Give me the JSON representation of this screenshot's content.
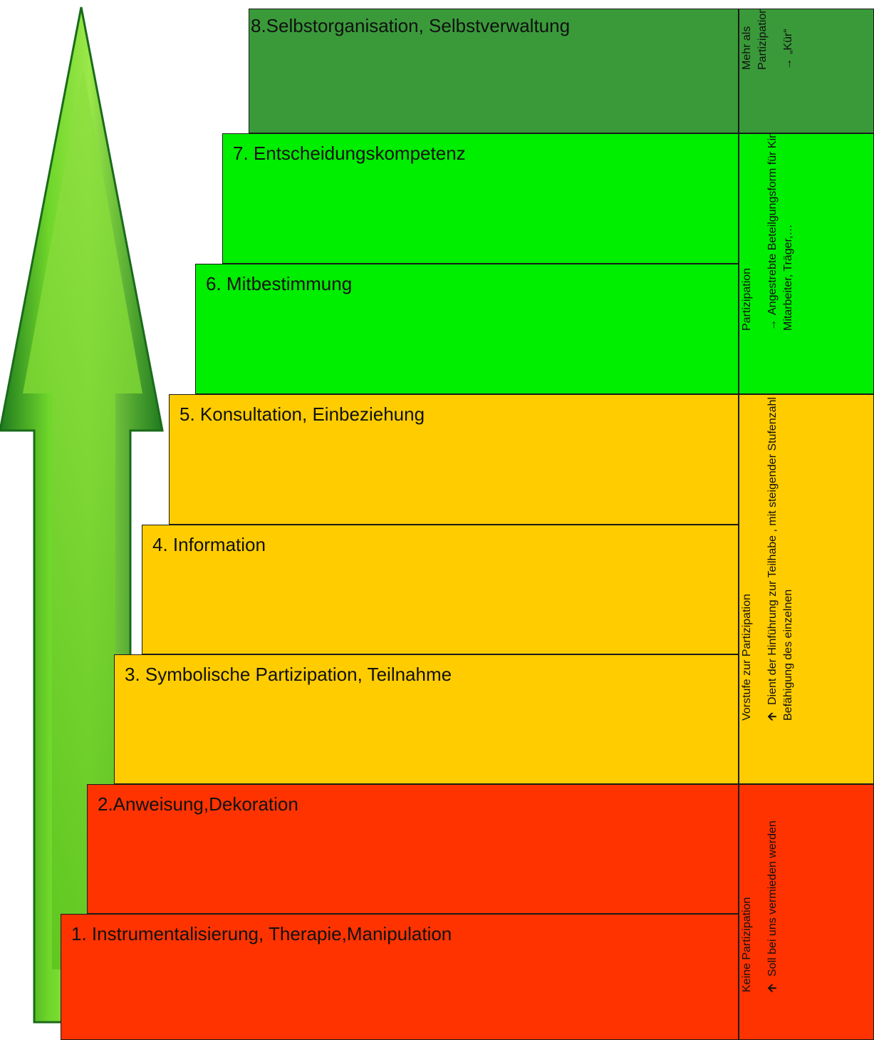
{
  "colors": {
    "red": "#ff3300",
    "yellow": "#ffcc00",
    "light_green": "#00ee00",
    "dark_green": "#3a9a3a",
    "arrow_dark": "#1f7a1f",
    "arrow_light": "#8ee63c"
  },
  "steps": [
    {
      "label": "1.  Instrumentalisierung, Therapie,Manipulation",
      "color": "red"
    },
    {
      "label": "2.Anweisung,Dekoration",
      "color": "red"
    },
    {
      "label": "3. Symbolische Partizipation, Teilnahme",
      "color": "yellow"
    },
    {
      "label": "4. Information",
      "color": "yellow"
    },
    {
      "label": "5. Konsultation, Einbeziehung",
      "color": "yellow"
    },
    {
      "label": "6. Mitbestimmung",
      "color": "light_green"
    },
    {
      "label": "7. Entscheidungskompetenz",
      "color": "light_green"
    },
    {
      "label": "8.Selbstorganisation, Selbstverwaltung",
      "color": "dark_green"
    }
  ],
  "categories": [
    {
      "title": "Keine Partizipation",
      "arrow": "🡩",
      "text": "Soll bei uns  vermieden werden",
      "color": "red"
    },
    {
      "title": "Vorstufe zur Partizipation",
      "arrow": "🡩",
      "text": "Dient der Hinführung zur Teilhabe , mit steigender Stufenzahl steigt die Befähigung des einzelnen",
      "color": "yellow"
    },
    {
      "title": "Partizipation",
      "arrow": "→",
      "text": "Angestrebte Beteilgungsform für Kinder, Eltern, Mitarbeiter, Träger,…",
      "color": "light_green"
    },
    {
      "title": "Mehr als Partizipation",
      "arrow": "→",
      "text": "„Kür“",
      "color": "dark_green"
    }
  ]
}
